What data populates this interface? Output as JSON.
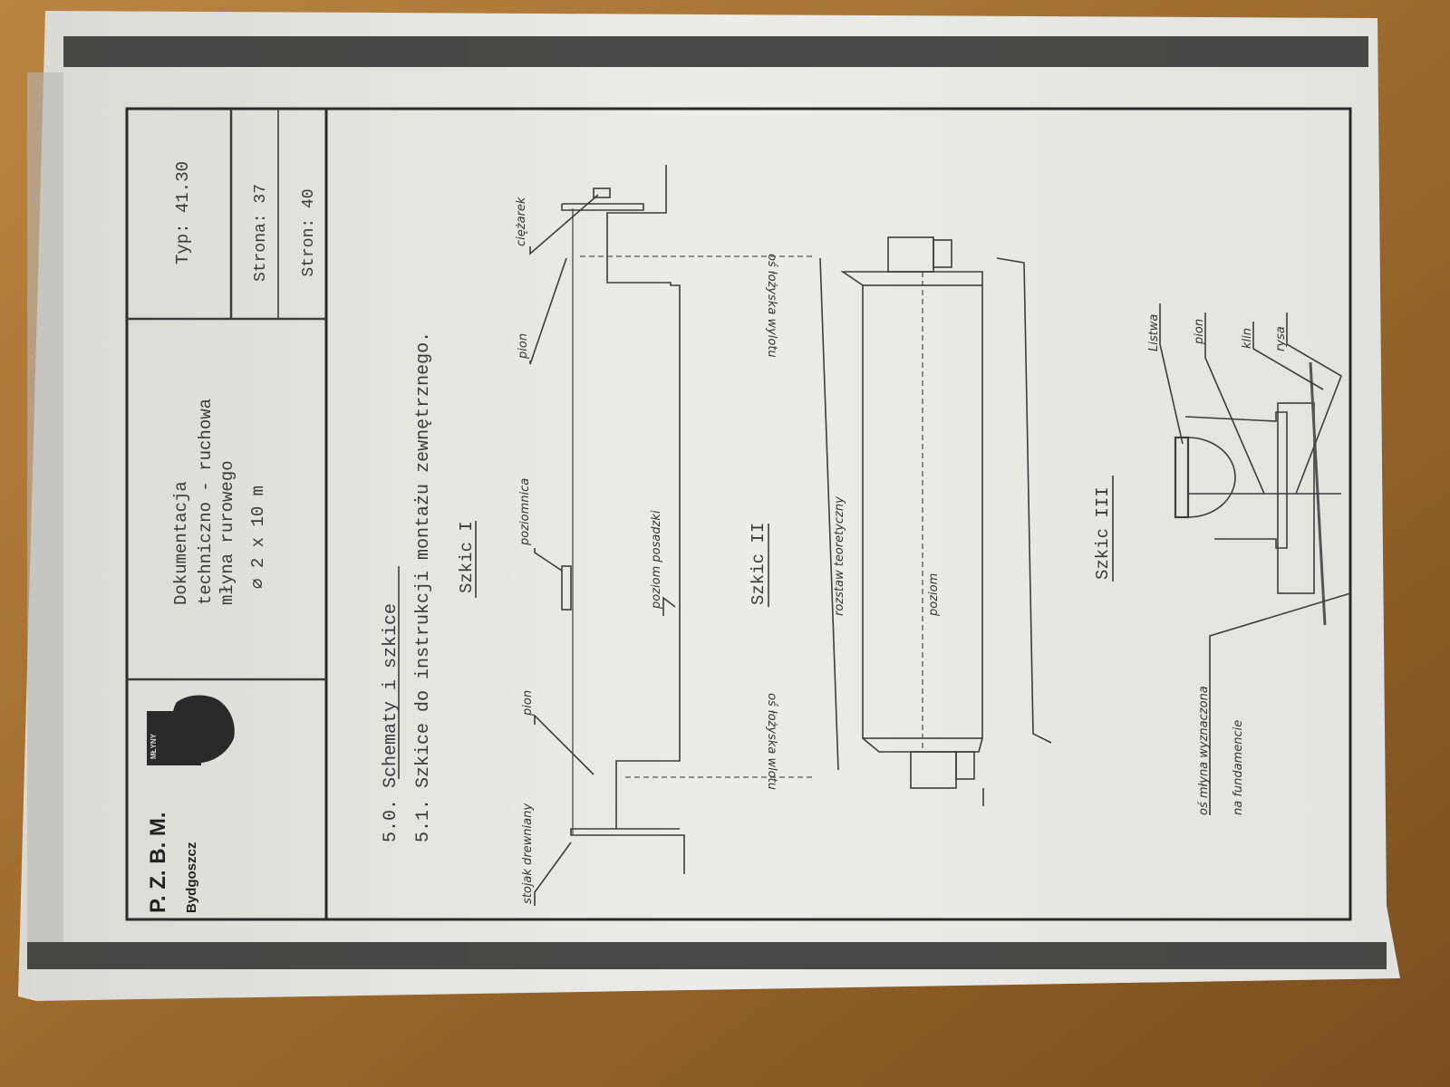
{
  "header": {
    "company": "P. Z. B. M.",
    "city": "Bydgoszcz",
    "logo_text": "MŁYNY",
    "title_lines": [
      "Dokumentacja",
      "techniczno - ruchowa",
      "młyna rurowego",
      "∅ 2 x 10 m"
    ],
    "type": "Typ: 41.30",
    "page": "Strona: 37",
    "pages": "Stron: 40"
  },
  "sections": {
    "s50": "5.0. Schematy i szkice",
    "s51": "5.1. Szkice do instrukcji montażu zewnętrznego."
  },
  "sketch1": {
    "title": "Szkic I",
    "labels": {
      "stojak": "stojak drewniany",
      "pion_left": "pion",
      "poziomnica": "poziomnica",
      "pion_right": "pion",
      "ciezarek": "ciężarek",
      "poziom_posadzki": "poziom posadzki",
      "os_wlotu": "oś łożyska wlotu",
      "os_wylotu": "oś łożyska wylotu"
    }
  },
  "sketch2": {
    "title": "Szkic II",
    "labels": {
      "rozstaw": "rozstaw teoretyczny",
      "poziom": "poziom"
    }
  },
  "sketch3": {
    "title": "Szkic III",
    "labels": {
      "listwa": "Listwa",
      "pion": "pion",
      "klin": "klin",
      "rysa": "rysa",
      "os_mlyna": "oś młyna wyznaczona",
      "fundament": "na fundamencie"
    }
  }
}
